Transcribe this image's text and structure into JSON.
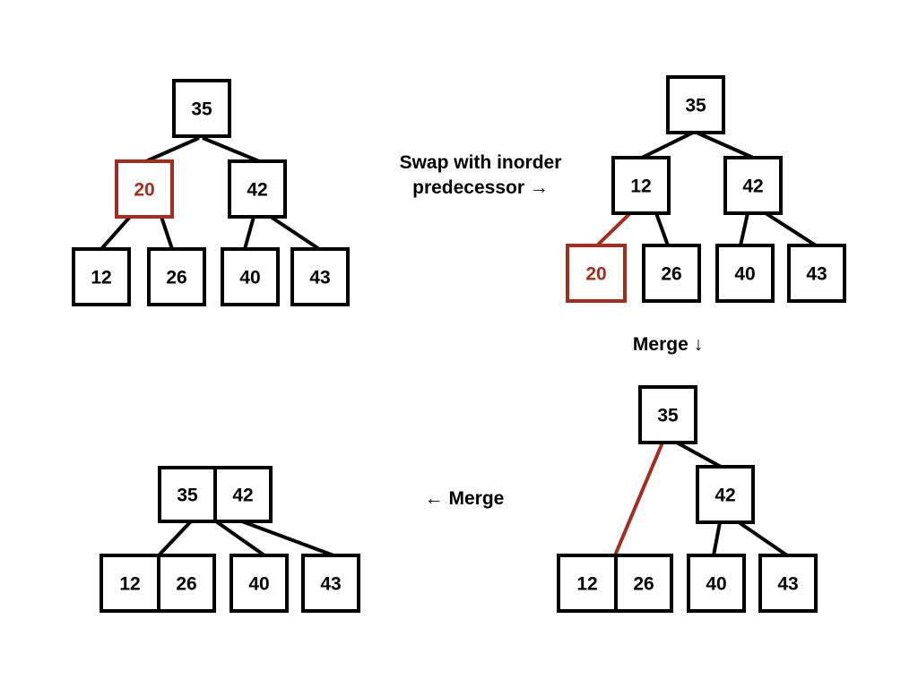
{
  "colors": {
    "ink": "#000000",
    "highlight": "#a32d1f"
  },
  "captions": {
    "swap_line1": "Swap with inorder",
    "swap_line2": "predecessor →",
    "merge_down": "Merge ↓",
    "merge_left": "← Merge"
  },
  "diagrams": [
    {
      "id": "step-1-initial",
      "nodes": [
        {
          "id": "n35",
          "label": "35",
          "highlight": false
        },
        {
          "id": "n20",
          "label": "20",
          "highlight": true
        },
        {
          "id": "n42",
          "label": "42",
          "highlight": false
        },
        {
          "id": "n12",
          "label": "12",
          "highlight": false
        },
        {
          "id": "n26",
          "label": "26",
          "highlight": false
        },
        {
          "id": "n40",
          "label": "40",
          "highlight": false
        },
        {
          "id": "n43",
          "label": "43",
          "highlight": false
        }
      ],
      "edges": [
        {
          "from": "n35",
          "to": "n20",
          "highlight": false
        },
        {
          "from": "n35",
          "to": "n42",
          "highlight": false
        },
        {
          "from": "n20",
          "to": "n12",
          "highlight": false
        },
        {
          "from": "n20",
          "to": "n26",
          "highlight": false
        },
        {
          "from": "n42",
          "to": "n40",
          "highlight": false
        },
        {
          "from": "n42",
          "to": "n43",
          "highlight": false
        }
      ]
    },
    {
      "id": "step-2-swapped",
      "nodes": [
        {
          "id": "n35",
          "label": "35",
          "highlight": false
        },
        {
          "id": "n12",
          "label": "12",
          "highlight": false
        },
        {
          "id": "n42",
          "label": "42",
          "highlight": false
        },
        {
          "id": "n20",
          "label": "20",
          "highlight": true
        },
        {
          "id": "n26",
          "label": "26",
          "highlight": false
        },
        {
          "id": "n40",
          "label": "40",
          "highlight": false
        },
        {
          "id": "n43",
          "label": "43",
          "highlight": false
        }
      ],
      "edges": [
        {
          "from": "n35",
          "to": "n12",
          "highlight": false
        },
        {
          "from": "n35",
          "to": "n42",
          "highlight": false
        },
        {
          "from": "n12",
          "to": "n20",
          "highlight": true
        },
        {
          "from": "n12",
          "to": "n26",
          "highlight": false
        },
        {
          "from": "n42",
          "to": "n40",
          "highlight": false
        },
        {
          "from": "n42",
          "to": "n43",
          "highlight": false
        }
      ]
    },
    {
      "id": "step-3-merged-leaf",
      "nodes": [
        {
          "id": "n35",
          "label": "35",
          "highlight": false
        },
        {
          "id": "n42",
          "label": "42",
          "highlight": false
        },
        {
          "id": "n12",
          "label": "12",
          "highlight": false
        },
        {
          "id": "n26",
          "label": "26",
          "highlight": false
        },
        {
          "id": "n40",
          "label": "40",
          "highlight": false
        },
        {
          "id": "n43",
          "label": "43",
          "highlight": false
        }
      ],
      "edges": [
        {
          "from": "n35",
          "to": "n12",
          "highlight": true
        },
        {
          "from": "n35",
          "to": "n42",
          "highlight": false
        },
        {
          "from": "n42",
          "to": "n40",
          "highlight": false
        },
        {
          "from": "n42",
          "to": "n43",
          "highlight": false
        }
      ]
    },
    {
      "id": "step-4-merged-root",
      "nodes": [
        {
          "id": "n35",
          "label": "35",
          "highlight": false
        },
        {
          "id": "n42",
          "label": "42",
          "highlight": false
        },
        {
          "id": "n12",
          "label": "12",
          "highlight": false
        },
        {
          "id": "n26",
          "label": "26",
          "highlight": false
        },
        {
          "id": "n40",
          "label": "40",
          "highlight": false
        },
        {
          "id": "n43",
          "label": "43",
          "highlight": false
        }
      ],
      "edges": [
        {
          "from": "n35",
          "to": "n26",
          "highlight": false
        },
        {
          "from": "n42",
          "to": "n40",
          "highlight": false
        },
        {
          "from": "n42",
          "to": "n43",
          "highlight": false
        }
      ]
    }
  ]
}
